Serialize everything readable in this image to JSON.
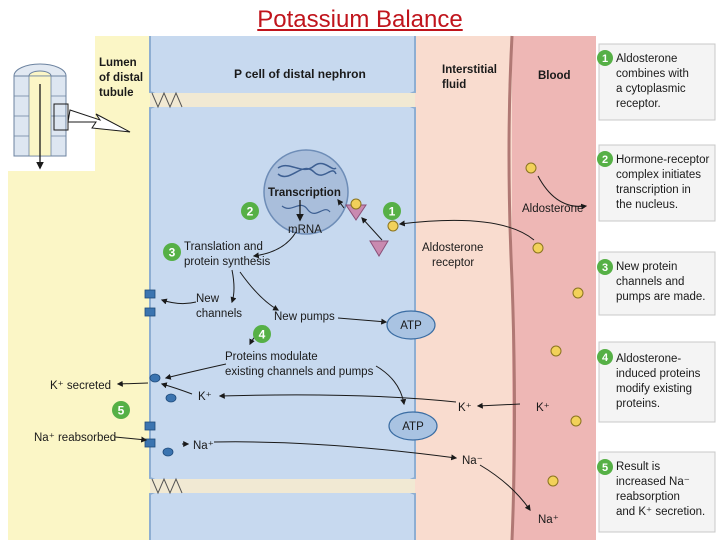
{
  "slide_title": "Potassium Balance",
  "regions": {
    "lumen_line1": "Lumen",
    "lumen_line2": "of distal",
    "lumen_line3": "tubule",
    "cell": "P cell of distal nephron",
    "interstitial_line1": "Interstitial",
    "interstitial_line2": "fluid",
    "blood": "Blood"
  },
  "labels": {
    "transcription": "Transcription",
    "mrna": "mRNA",
    "translation_line1": "Translation and",
    "translation_line2": "protein synthesis",
    "new_channels_line1": "New",
    "new_channels_line2": "channels",
    "new_pumps": "New pumps",
    "atp": "ATP",
    "modulate_line1": "Proteins modulate",
    "modulate_line2": "existing channels and pumps",
    "k_secreted": "K⁺ secreted",
    "na_reabsorbed": "Na⁺ reabsorbed",
    "k_plus": "K⁺",
    "na_plus": "Na⁺",
    "na_minus": "Na⁻",
    "aldosterone": "Aldosterone",
    "receptor_line1": "Aldosterone",
    "receptor_line2": "receptor"
  },
  "markers": [
    "1",
    "2",
    "3",
    "4",
    "5"
  ],
  "steps": [
    {
      "number": "1",
      "lines": [
        "Aldosterone",
        "combines with",
        "a cytoplasmic",
        "receptor."
      ]
    },
    {
      "number": "2",
      "lines": [
        "Hormone-receptor",
        "complex initiates",
        "transcription in",
        "the nucleus."
      ]
    },
    {
      "number": "3",
      "lines": [
        "New protein",
        "channels and",
        "pumps are made."
      ]
    },
    {
      "number": "4",
      "lines": [
        "Aldosterone-",
        "induced proteins",
        "modify existing",
        "proteins."
      ]
    },
    {
      "number": "5",
      "lines": [
        "Result is",
        "increased Na⁻",
        "reabsorption",
        "and K⁺ secretion."
      ]
    }
  ],
  "colors": {
    "title": "#c0141c",
    "lumen": "#fbf6c6",
    "cell": "#c7d9ef",
    "interstitial": "#f9dccf",
    "blood": "#eeb7b5",
    "marker": "#56b046",
    "receptor": "#c98ab0",
    "aldosterone": "#f2d15a",
    "channel": "#3b74b0"
  }
}
